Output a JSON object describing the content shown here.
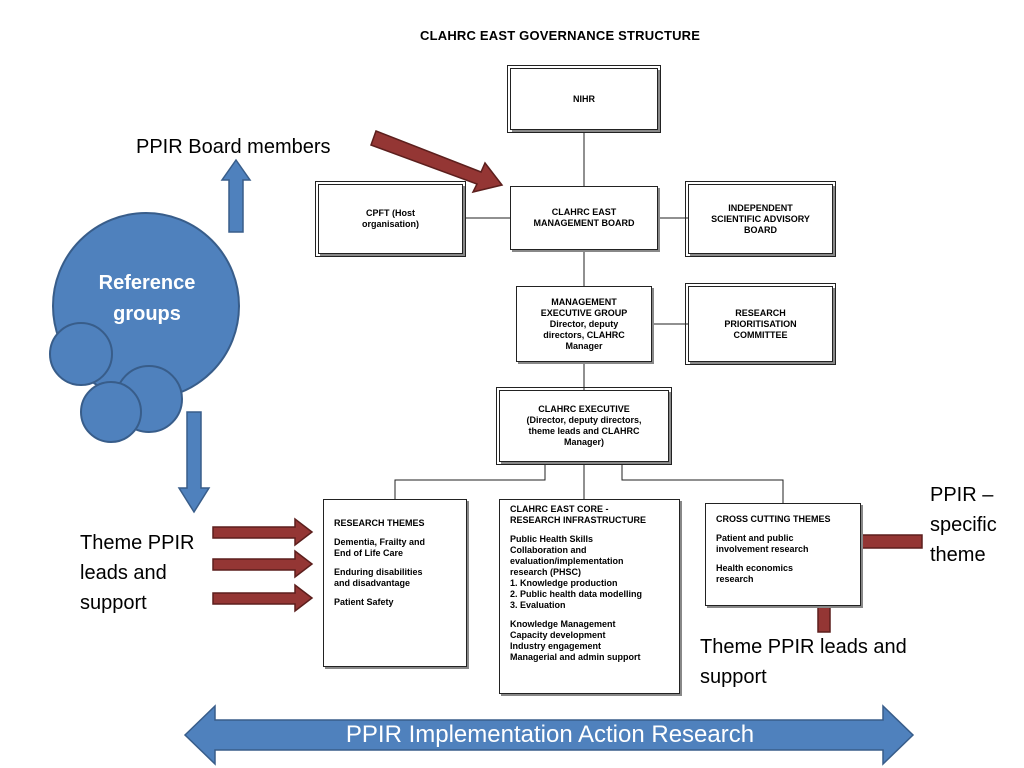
{
  "title": "CLAHRC EAST GOVERNANCE STRUCTURE",
  "boxes": {
    "nihr": [
      "NIHR"
    ],
    "cpft": [
      "CPFT (Host",
      "organisation)"
    ],
    "board": [
      "CLAHRC EAST",
      "MANAGEMENT BOARD"
    ],
    "isab": [
      "INDEPENDENT",
      "SCIENTIFIC ADVISORY",
      "BOARD"
    ],
    "meg": [
      "MANAGEMENT",
      "EXECUTIVE GROUP",
      "Director, deputy",
      "directors, CLAHRC",
      "Manager"
    ],
    "rpc": [
      "RESEARCH",
      "PRIORITISATION",
      "COMMITTEE"
    ],
    "exec": [
      "CLAHRC EXECUTIVE",
      "(Director, deputy directors,",
      "theme leads and CLAHRC",
      "Manager)"
    ],
    "themes": [
      "RESEARCH THEMES",
      "",
      "Dementia, Frailty and",
      "End of Life Care",
      "",
      "Enduring disabilities",
      "and disadvantage",
      "",
      "Patient Safety"
    ],
    "core": [
      "CLAHRC EAST CORE -",
      "RESEARCH INFRASTRUCTURE",
      "",
      "Public Health Skills",
      "Collaboration and",
      "evaluation/implementation",
      "research (PHSC)",
      "1. Knowledge production",
      "2. Public health data modelling",
      "3. Evaluation",
      "",
      "Knowledge Management",
      "Capacity development",
      "Industry engagement",
      "Managerial and admin support"
    ],
    "cross": [
      "CROSS CUTTING THEMES",
      "",
      "Patient and public",
      "involvement research",
      "",
      "Health economics",
      "research"
    ]
  },
  "labels": {
    "ppir_board": "PPIR Board members",
    "reference_groups": [
      "Reference",
      "groups"
    ],
    "theme_leads_left": [
      "Theme PPIR",
      "leads and",
      "support"
    ],
    "ppir_specific": [
      "PPIR –",
      "specific",
      "theme"
    ],
    "theme_leads_bottom": [
      "Theme PPIR leads and",
      "support"
    ],
    "banner": "PPIR Implementation Action Research"
  },
  "colors": {
    "blue": "#4f81bd",
    "blue_border": "#385d8a",
    "red_arrow": "#943634",
    "red_border": "#5c1f1d"
  }
}
